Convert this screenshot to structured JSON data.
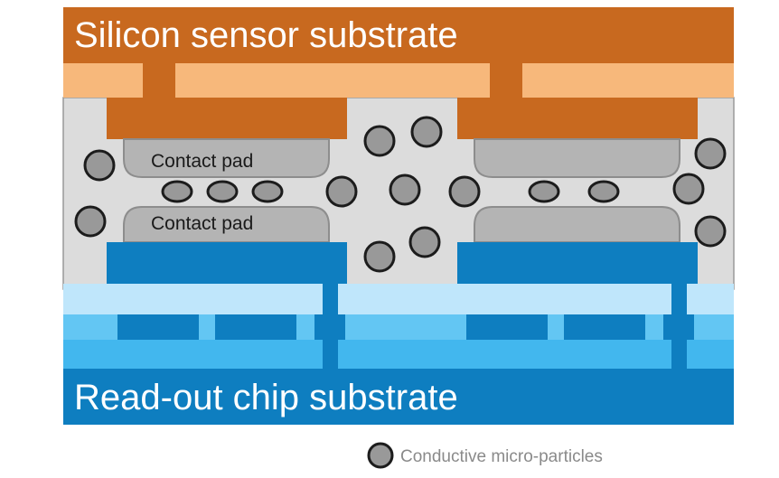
{
  "labels": {
    "top_substrate": "Silicon sensor substrate",
    "bottom_substrate": "Read-out chip substrate",
    "contact_pad_upper": "Contact pad",
    "contact_pad_lower": "Contact pad",
    "legend": "Conductive micro-particles"
  },
  "colors": {
    "sensor_orange": "#c8691f",
    "sensor_light_orange": "#f7b87b",
    "fill_gray": "#dcdcdc",
    "pad_gray": "#b4b4b4",
    "particle_gray": "#999999",
    "chip_blue": "#0e7ec0",
    "chip_light_blue": "#bfe6fb",
    "chip_mid_blue": "#63c6f3",
    "chip_bright_blue": "#42b7ee"
  }
}
